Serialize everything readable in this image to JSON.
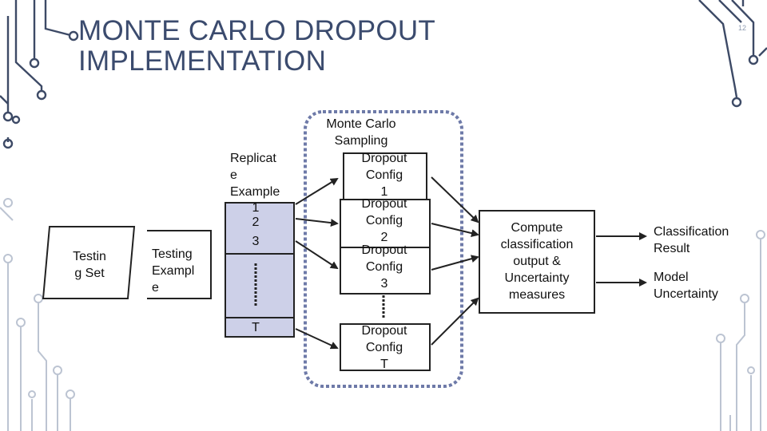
{
  "title_lines": [
    "MONTE CARLO DROPOUT",
    "IMPLEMENTATION"
  ],
  "page_number": "12",
  "diagram": {
    "testing_set": "Testin\ng Set",
    "testing_example": "Testing\nExampl\ne",
    "replicate_example": "Replicat\ne\nExample",
    "replicate_rows": [
      "1",
      "2",
      "3",
      "T"
    ],
    "mc_sampling": "Monte Carlo\nSampling",
    "dropout_configs": [
      "Dropout\nConfig\n1",
      "Dropout\nConfig\n2",
      "Dropout\nConfig\n3",
      "Dropout\nConfig\nT"
    ],
    "compute": "Compute\nclassification\noutput &\nUncertainty\nmeasures",
    "classification_result": "Classification\nResult",
    "model_uncertainty": "Model\nUncertainty"
  },
  "colors": {
    "title": "#3b4b6e",
    "circuit": "#bcc4d2",
    "replicate_fill": "#cdd0e8",
    "dashed_border": "#6e7aa8",
    "arrow": "#3b4b6e"
  }
}
